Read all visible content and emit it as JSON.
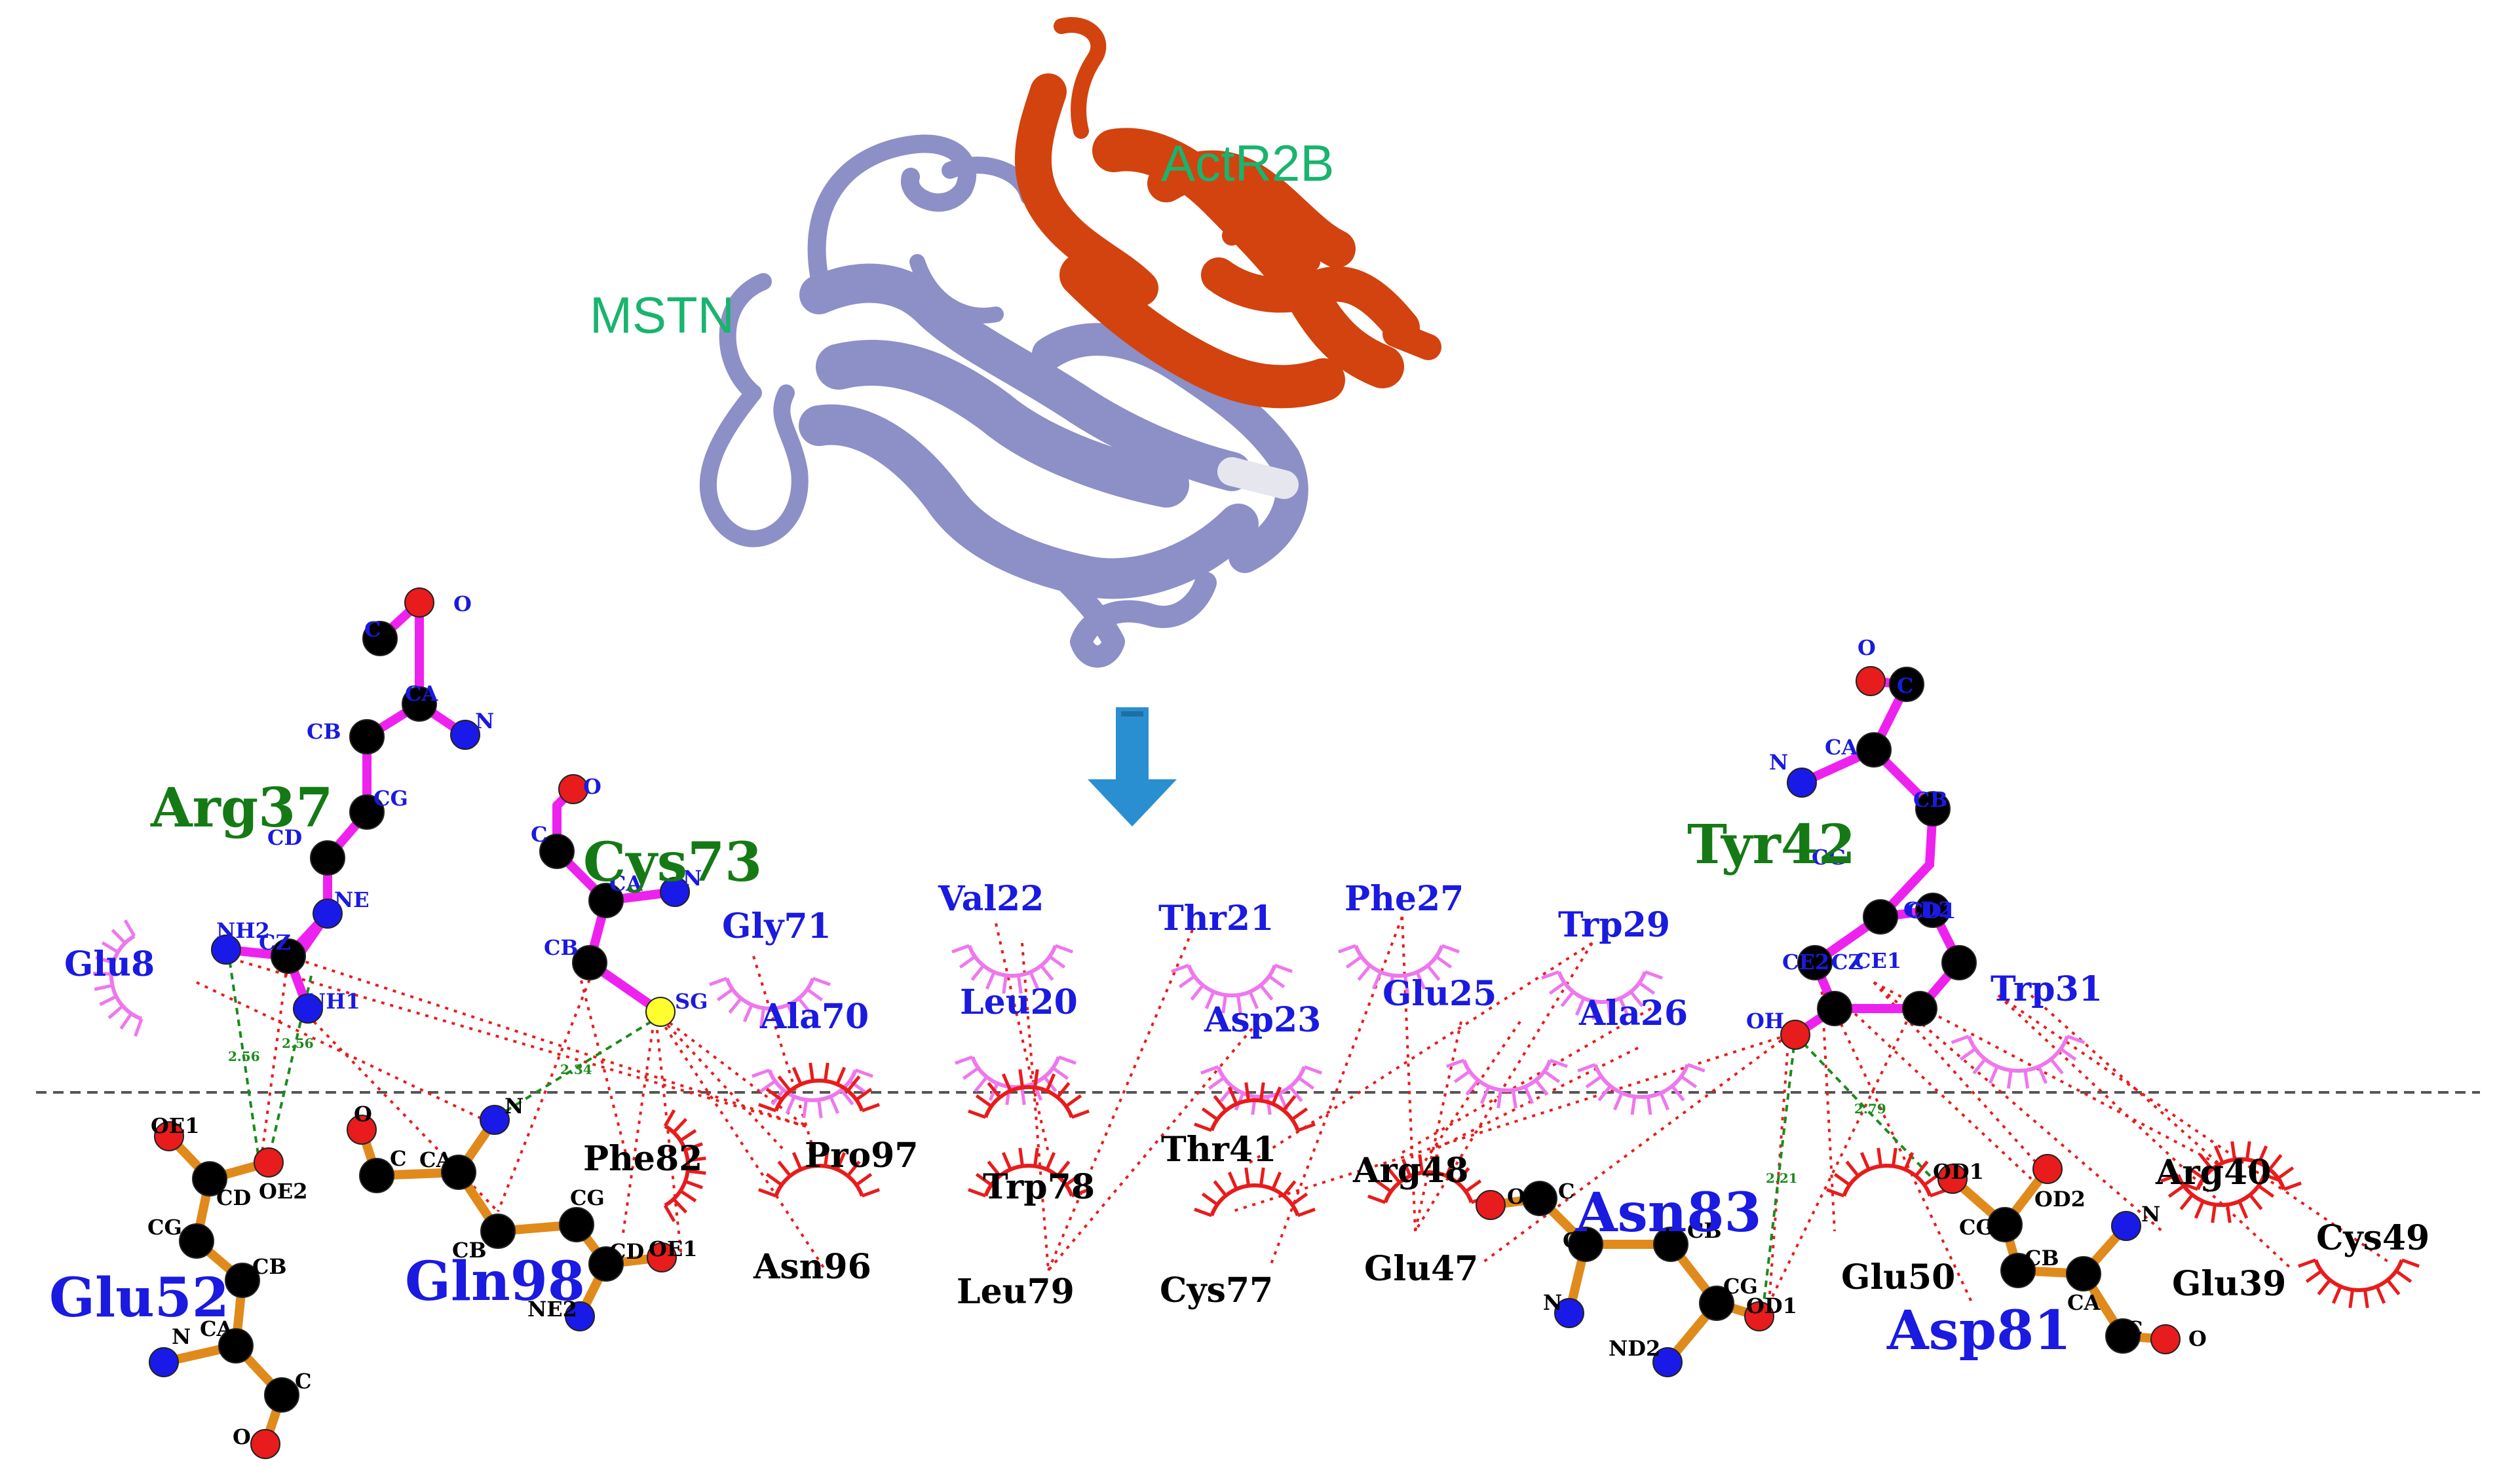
{
  "protein_labels": {
    "mstn": "MSTN",
    "actr2b": "ActR2B"
  },
  "colors": {
    "mstn_ribbon": "#8d8fc7",
    "actr2b_ribbon": "#d2430f",
    "protein_label": "#19b46e",
    "arrow": "#2a8fd0",
    "ligand_bond_top": "#ee22ee",
    "ligand_bond_bottom": "#e08a1c",
    "hbond": "#1c8a1c",
    "hydrophobic_top": "#ee77ee",
    "hydrophobic_bottom": "#e81c1c",
    "contact_line": "#e81c1c",
    "atom_c": "#000000",
    "atom_n": "#1a1ae8",
    "atom_o": "#e81c1c",
    "atom_s": "#ffff30",
    "res_green": "#157a15",
    "res_blue": "#1a1ae0"
  },
  "residues": {
    "arg37": "Arg37",
    "cys73": "Cys73",
    "tyr42": "Tyr42",
    "glu52": "Glu52",
    "gln98": "Gln98",
    "asn83": "Asn83",
    "asp81": "Asp81",
    "glu8": "Glu8",
    "gly71": "Gly71",
    "ala70": "Ala70",
    "val22": "Val22",
    "leu20": "Leu20",
    "thr21": "Thr21",
    "asp23": "Asp23",
    "phe27": "Phe27",
    "glu25": "Glu25",
    "trp29": "Trp29",
    "ala26": "Ala26",
    "trp31": "Trp31",
    "phe82": "Phe82",
    "pro97": "Pro97",
    "asn96": "Asn96",
    "trp78": "Trp78",
    "leu79": "Leu79",
    "thr41": "Thr41",
    "cys77": "Cys77",
    "arg48": "Arg48",
    "glu47": "Glu47",
    "glu50": "Glu50",
    "arg40": "Arg40",
    "glu39": "Glu39",
    "cys49": "Cys49"
  },
  "distances": {
    "d1": "2.56",
    "d2": "2.56",
    "d3": "2.34",
    "d4": "2.79",
    "d5": "2.21"
  },
  "atoms": {
    "arg37": [
      "C",
      "O",
      "CA",
      "N",
      "CB",
      "CG",
      "CD",
      "NE",
      "NH2",
      "CZ",
      "NH1"
    ],
    "cys73": [
      "C",
      "O",
      "CA",
      "N",
      "CB",
      "SG"
    ],
    "tyr42": [
      "O",
      "C",
      "CA",
      "N",
      "CB",
      "CG",
      "CD2",
      "CD1",
      "CE2",
      "CE1",
      "CZ",
      "OH"
    ],
    "glu52": [
      "OE1",
      "OE2",
      "CD",
      "CG",
      "CB",
      "CA",
      "N",
      "C",
      "O"
    ],
    "gln98": [
      "O",
      "C",
      "CA",
      "N",
      "CB",
      "CG",
      "CD",
      "OE1",
      "NE2"
    ],
    "asn83": [
      "O",
      "C",
      "CA",
      "CB",
      "N",
      "CG",
      "OD1",
      "ND2"
    ],
    "asp81": [
      "OD1",
      "OD2",
      "CG",
      "CB",
      "CA",
      "N",
      "C",
      "O"
    ]
  }
}
